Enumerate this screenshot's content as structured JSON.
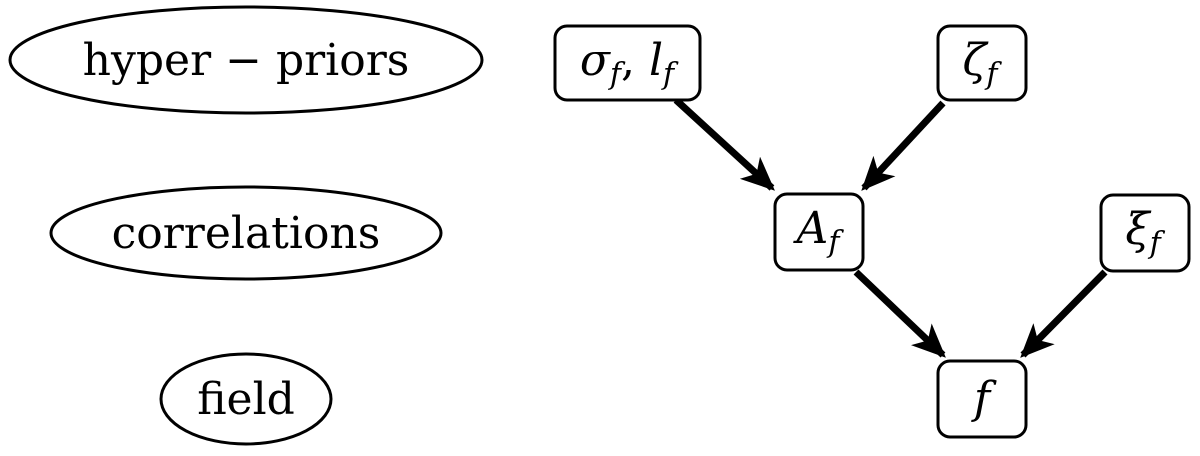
{
  "levels": {
    "hyper_priors": "hyper − priors",
    "correlations": "correlations",
    "field": "field"
  },
  "nodes": {
    "sigma_l": {
      "sym1": "σ",
      "sub1": "f",
      "sep": ", ",
      "sym2": "l",
      "sub2": "f"
    },
    "zeta": {
      "sym": "ζ",
      "sub": "f"
    },
    "amplitude": {
      "sym": "A",
      "sub": "f"
    },
    "xi": {
      "sym": "ξ",
      "sub": "f"
    },
    "field": {
      "sym": "f"
    }
  },
  "edges": [
    {
      "from": "sigma_l",
      "to": "amplitude"
    },
    {
      "from": "zeta",
      "to": "amplitude"
    },
    {
      "from": "amplitude",
      "to": "field"
    },
    {
      "from": "xi",
      "to": "field"
    }
  ]
}
